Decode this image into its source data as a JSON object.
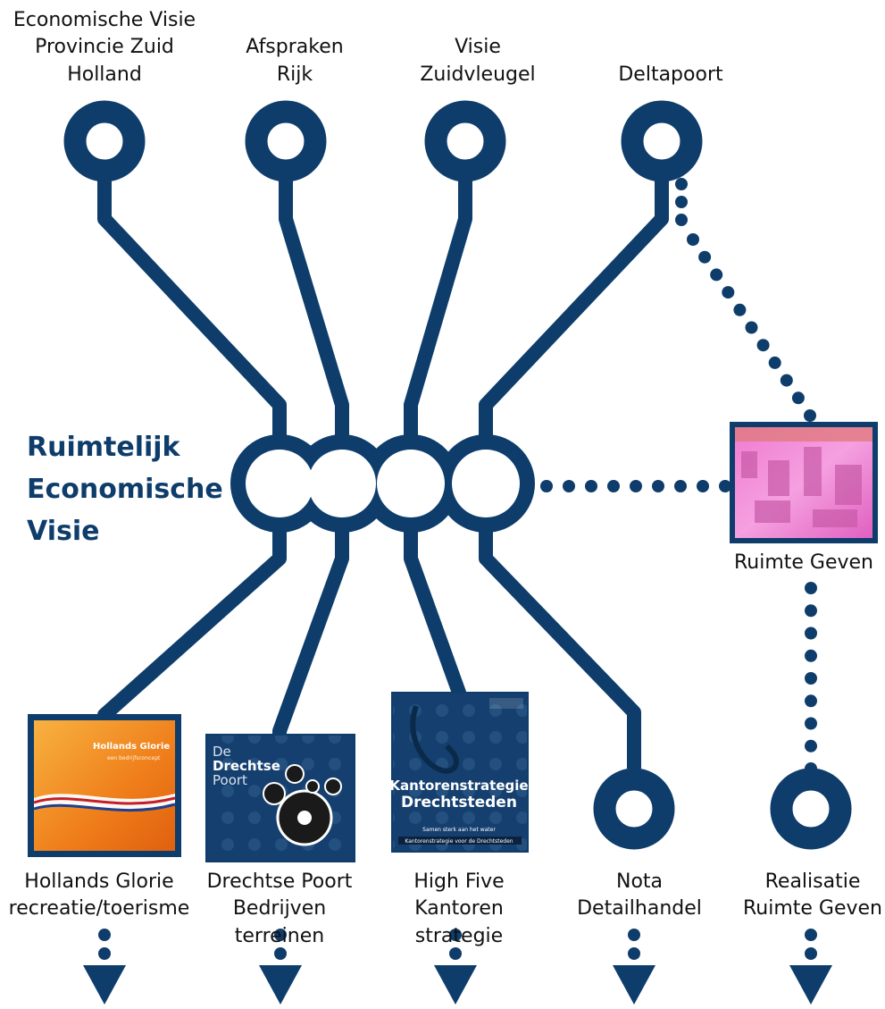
{
  "colors": {
    "navy": "#0e3d6b",
    "text": "#111111",
    "background": "#ffffff"
  },
  "center": {
    "title_lines": [
      "Ruimtelijk",
      "Economische",
      "Visie"
    ]
  },
  "top_nodes": [
    {
      "lines": [
        "Economische Visie",
        "Provincie Zuid",
        "Holland"
      ]
    },
    {
      "lines": [
        "Afspraken",
        "Rijk"
      ]
    },
    {
      "lines": [
        "Visie",
        "Zuidvleugel"
      ]
    },
    {
      "lines": [
        "Deltapoort"
      ]
    }
  ],
  "right_node": {
    "lines": [
      "Ruimte Geven"
    ]
  },
  "bottom_nodes": [
    {
      "lines": [
        "Hollands Glorie",
        "recreatie/toerisme"
      ],
      "cover": {
        "title": "Hollands Glorie",
        "subtitle": "een bedrijfsconcept",
        "palette": "orange"
      }
    },
    {
      "lines": [
        "Drechtse Poort",
        "Bedrijven",
        "terreinen"
      ],
      "cover": {
        "title_lines": [
          "De",
          "Drechtse",
          "Poort"
        ],
        "palette": "blue-gears"
      }
    },
    {
      "lines": [
        "High Five",
        "Kantoren",
        "strategie"
      ],
      "cover": {
        "title_lines": [
          "Kantorenstrategie",
          "Drechtsteden"
        ],
        "tagline": "Samen sterk aan het water",
        "footer": "Kantorenstrategie voor de Drechtsteden",
        "palette": "blue-hands"
      }
    },
    {
      "lines": [
        "Nota",
        "Detailhandel"
      ]
    },
    {
      "lines": [
        "Realisatie",
        "Ruimte Geven"
      ]
    }
  ],
  "icons": {
    "node": "ring-icon",
    "arrow": "down-triangle-icon",
    "thumbnail": "report-cover-icon"
  }
}
